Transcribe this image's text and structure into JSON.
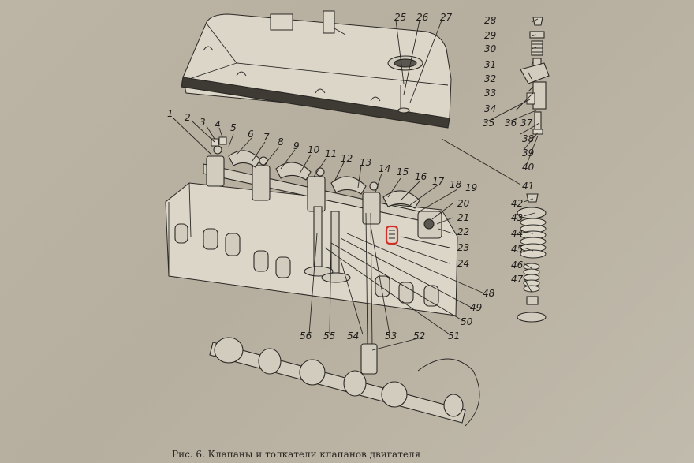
{
  "caption": "Рис. 6. Клапаны  и толкатели клапанов двигателя",
  "labels": [
    "1",
    "2",
    "3",
    "4",
    "5",
    "6",
    "7",
    "8",
    "9",
    "10",
    "11",
    "12",
    "13",
    "14",
    "15",
    "16",
    "17",
    "18",
    "19",
    "20",
    "21",
    "22",
    "23",
    "24",
    "25",
    "26",
    "27",
    "28",
    "29",
    "30",
    "31",
    "32",
    "33",
    "34",
    "35",
    "36",
    "37",
    "38",
    "39",
    "40",
    "41",
    "42",
    "43",
    "44",
    "45",
    "46",
    "47",
    "48",
    "49",
    "50",
    "51",
    "52",
    "53",
    "54",
    "55",
    "56"
  ],
  "highlight_color": "#d0302a"
}
